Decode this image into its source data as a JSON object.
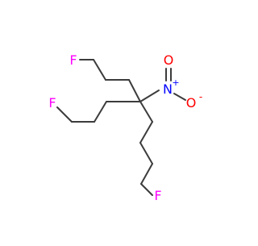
{
  "molecule": {
    "atoms": {
      "f1": {
        "label": "F",
        "color": "#ff00ff"
      },
      "f2": {
        "label": "F",
        "color": "#ff00ff"
      },
      "f3": {
        "label": "F",
        "color": "#ff00ff"
      },
      "n": {
        "label": "N",
        "charge": "+",
        "color": "#0000ff"
      },
      "o1": {
        "label": "O",
        "color": "#ff0000"
      },
      "o2": {
        "label": "O",
        "charge": "-",
        "color": "#ff0000"
      }
    },
    "bond_color": "#3c3c3c",
    "bond_types": [
      "single",
      "double"
    ]
  }
}
